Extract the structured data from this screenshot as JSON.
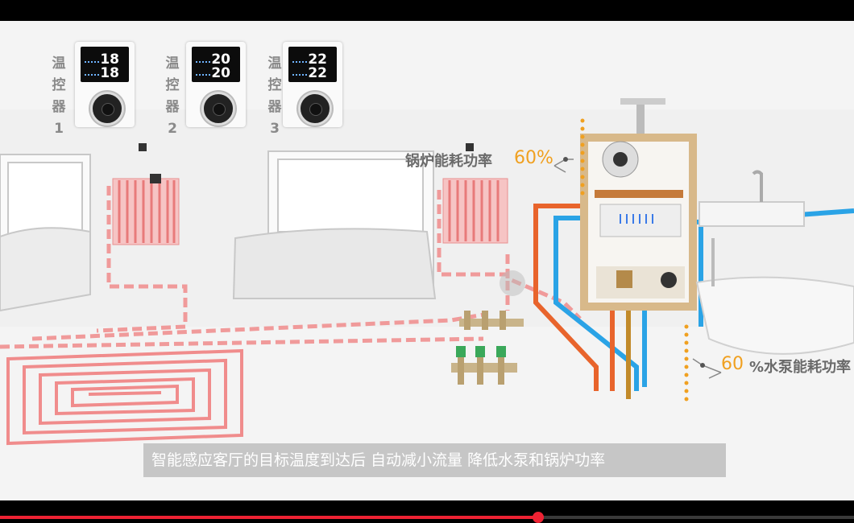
{
  "thermostats": [
    {
      "label_chars": [
        "温",
        "控",
        "器",
        "1"
      ],
      "temp_top": "18",
      "temp_bottom": "18"
    },
    {
      "label_chars": [
        "温",
        "控",
        "器",
        "2"
      ],
      "temp_top": "20",
      "temp_bottom": "20"
    },
    {
      "label_chars": [
        "温",
        "控",
        "器",
        "3"
      ],
      "temp_top": "22",
      "temp_bottom": "22"
    }
  ],
  "boiler": {
    "label": "锅炉能耗功率",
    "percent": "60%"
  },
  "pump": {
    "percent": "60",
    "label": "%水泵能耗功率"
  },
  "caption": "智能感应客厅的目标温度到达后  自动减小流量 降低水泵和锅炉功率",
  "player": {
    "progress_fraction": 0.63
  },
  "colors": {
    "hot_pipe": "#e8642c",
    "cold_pipe": "#2aa3e6",
    "floor_heat": "#f07a7a",
    "accent_orange": "#f0a020",
    "progress": "#ee2233"
  }
}
